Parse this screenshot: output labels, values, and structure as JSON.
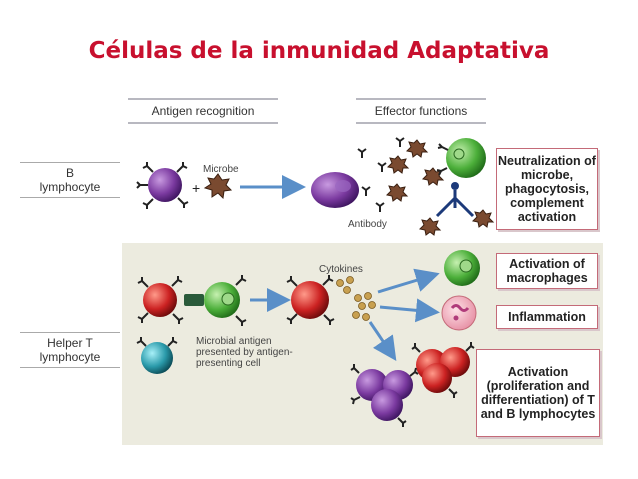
{
  "title": "Células de la inmunidad Adaptativa",
  "colors": {
    "title": "#c8102e",
    "b_cell": "#7b3aa0",
    "t_cell": "#cc2222",
    "apc": "#4caf3a",
    "teal_cell": "#2a9aaa",
    "microbe": "#7a4a30",
    "arrow": "#5a8fc8",
    "box_border": "#c46a78",
    "panel": "#ecebdf"
  },
  "headers": {
    "antigen_recognition": "Antigen recognition",
    "effector_functions": "Effector functions"
  },
  "rows": {
    "b": "B lymphocyte",
    "t": "Helper T lymphocyte"
  },
  "labels": {
    "microbe": "Microbe",
    "antibody": "Antibody",
    "cytokines": "Cytokines",
    "microbial_antigen": "Microbial antigen presented by antigen-presenting cell"
  },
  "effects": {
    "neutralization": "Neutralization of microbe, phagocytosis, complement activation",
    "activation_macrophages": "Activation of macrophages",
    "inflammation": "Inflammation",
    "activation_tb": "Activation (proliferation and differentiation) of T and B lymphocytes"
  }
}
